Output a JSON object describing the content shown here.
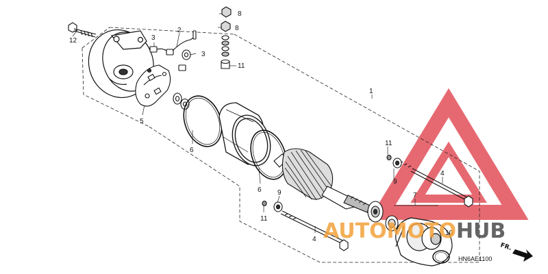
{
  "diagram": {
    "callouts": [
      "1",
      "2",
      "3",
      "3",
      "4",
      "4",
      "5",
      "6",
      "6",
      "7",
      "8",
      "8",
      "9",
      "9",
      "10",
      "11",
      "11",
      "11",
      "12"
    ],
    "code": "HN6AE1100",
    "direction": "FR."
  },
  "watermark": {
    "prefix": "AUTO",
    "middle": "MOTO",
    "suffix": "HUB",
    "colors": {
      "red": "#e0404a",
      "orange": "#f3a23a",
      "gray": "#4a4a4a"
    }
  }
}
